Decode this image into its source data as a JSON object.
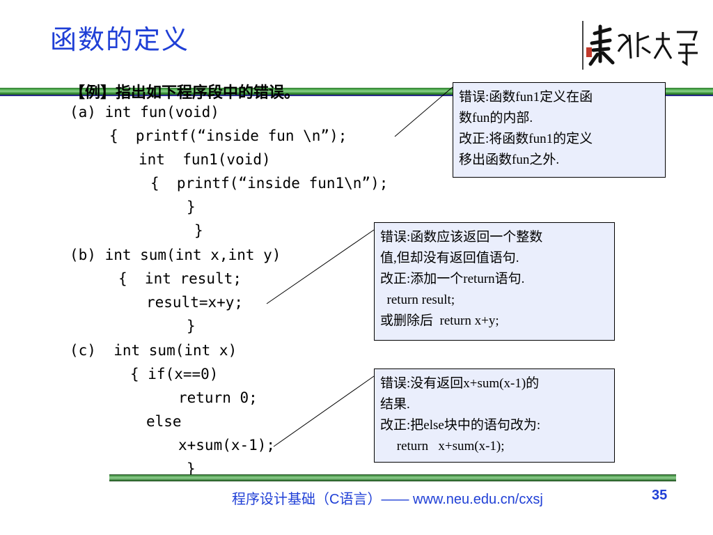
{
  "slide": {
    "title": "函数的定义",
    "heading": "【例】指出如下程序段中的错误。",
    "code_lines": [
      "(a) int fun(void)",
      "{  printf(“inside fun \\n”);",
      "int  fun1(void)",
      "{  printf(“inside fun1\\n”);",
      "}",
      "}",
      "(b) int sum(int x,int y)",
      "{  int result;",
      "result=x+y;",
      "}",
      "(c)  int sum(int x)",
      "{ if(x==0)",
      "return 0;",
      "else",
      "x+sum(x-1);",
      "}"
    ],
    "notes": {
      "note1": [
        "错误:函数fun1定义在函",
        "数fun的内部.",
        "改正:将函数fun1的定义",
        "移出函数fun之外."
      ],
      "note2": [
        "错误:函数应该返回一个整数",
        "值,但却没有返回值语句.",
        "改正:添加一个return语句.",
        "  return result;",
        "或删除后  return x+y;"
      ],
      "note3": [
        "错误:没有返回x+sum(x-1)的",
        "结果.",
        "改正:把else块中的语句改为:",
        "     return   x+sum(x-1);"
      ]
    },
    "footer": {
      "text": "程序设计基础（C语言）—— www.neu.edu.cn/cxsj",
      "page": "35"
    },
    "colors": {
      "title": "#1f3fd6",
      "note_bg": "#eaeefc",
      "bar": "#5cb85c"
    },
    "logo_icon": "university-seal-icon"
  }
}
